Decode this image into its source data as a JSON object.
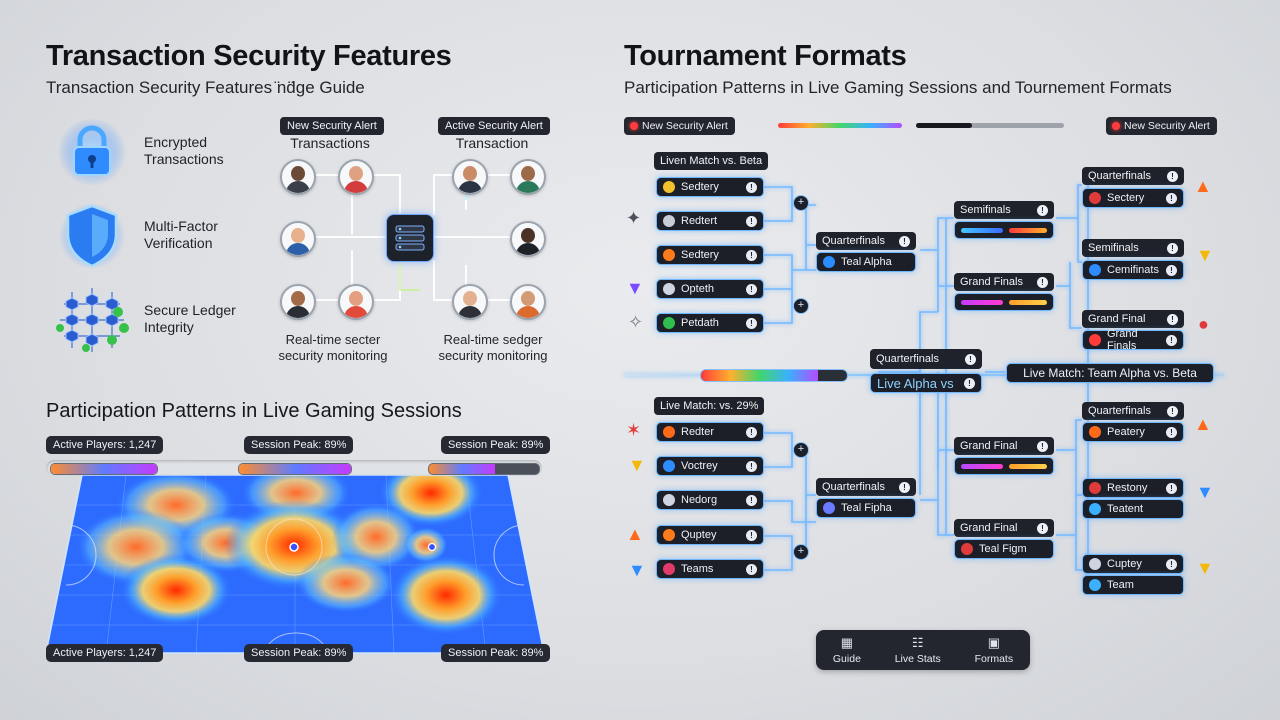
{
  "left": {
    "title": "Transaction Security Features",
    "subtitle": "Transaction Security Features ̈nd̈ge Guide",
    "features": [
      {
        "icon": "padlock-icon",
        "label_1": "Encrypted",
        "label_2": "Transactions"
      },
      {
        "icon": "shield-icon",
        "label_1": "Multi-Factor",
        "label_2": "Verification"
      },
      {
        "icon": "ledger-network-icon",
        "label_1": "Secure Ledger",
        "label_2": "Integrity"
      }
    ],
    "network": {
      "alert_left": "New Security Alert",
      "alert_right": "Active Security Alert",
      "title_left": "Transactions",
      "title_right": "Transaction",
      "caption_left_1": "Real-time secter",
      "caption_left_2": "security monitoring",
      "caption_right_1": "Real-time sedger",
      "caption_right_2": "security monitoring"
    },
    "heatmap": {
      "title": "Participation Patterns in Live Gaming Sessions",
      "top_pills": [
        "Active Players: 1,247",
        "Session Peak: 89%",
        "Session Peak: 89%"
      ],
      "bottom_pills": [
        "Active Players: 1,247",
        "Session Peak: 89%",
        "Session Peak: 89%"
      ]
    }
  },
  "right": {
    "title": "Tournament Formats",
    "subtitle": "Participation Patterns in Live Gaming Sessions and Tournement Formats",
    "alert_left": "New Security Alert",
    "alert_right": "New Security Alert",
    "top_group_label": "Liven Match vs. Beta",
    "bottom_group_label": "Live Match: vs. 29%",
    "r1_top": [
      "Sedtery",
      "Redtert",
      "Sedtery",
      "Opteth",
      "Petdath"
    ],
    "r1_bottom": [
      "Redter",
      "Voctrey",
      "Nedorg",
      "Quptey",
      "Teams"
    ],
    "qf_top": {
      "label": "Quarterfinals",
      "node": "Teal Alpha"
    },
    "qf_bottom": {
      "label": "Quarterfinals",
      "node": "Teal Fipha"
    },
    "center": {
      "label": "Quarterfinals",
      "node": "Live Alpha vs",
      "live_match": "Live Match: Team Alpha vs. Beta"
    },
    "sf": [
      {
        "label": "Semifinals"
      },
      {
        "label": "Grand Finals"
      },
      {
        "label": "Grand Final"
      },
      {
        "label": "Grand Final",
        "node": "Teal Figm"
      }
    ],
    "final_col": [
      {
        "label": "Quarterfinals",
        "node": "Sectery"
      },
      {
        "label": "Semifinals",
        "node": "Cemifinats"
      },
      {
        "label": "Grand Final",
        "node": "Grand Finals"
      },
      {
        "label": "Quarterfinals",
        "node": "Peatery"
      },
      {
        "label": "Restony",
        "node": "Teatent"
      },
      {
        "label": "Cuptey",
        "node": "Team"
      }
    ],
    "nav": [
      {
        "icon": "grid-icon",
        "label": "Guide"
      },
      {
        "icon": "stats-icon",
        "label": "Live Stats"
      },
      {
        "icon": "formats-icon",
        "label": "Formats"
      }
    ]
  }
}
